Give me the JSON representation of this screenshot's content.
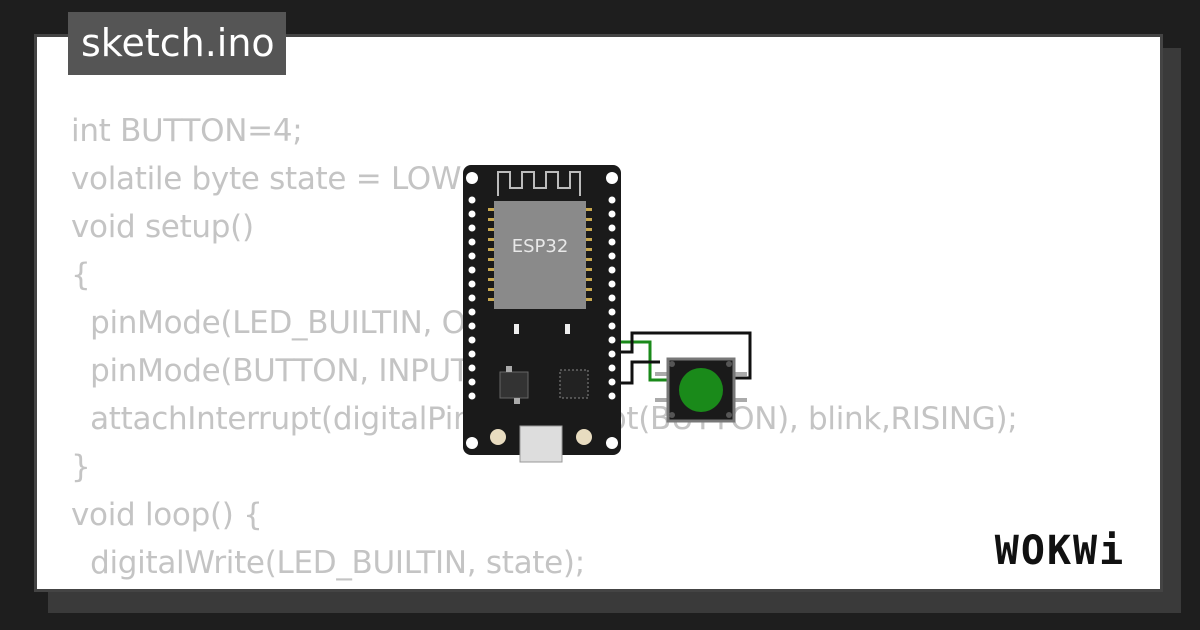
{
  "editor": {
    "file_tab": "sketch.ino",
    "code_lines": [
      "int BUTTON=4;",
      "volatile byte state = LOW;",
      "void setup()",
      "{",
      "  pinMode(LED_BUILTIN, OUTPUT);",
      "  pinMode(BUTTON, INPUT);",
      "  attachInterrupt(digitalPinToInterrupt(BUTTON), blink,RISING);",
      "}",
      "void loop() {",
      "  digitalWrite(LED_BUILTIN, state);",
      "}"
    ]
  },
  "circuit": {
    "board_label": "ESP32",
    "board_color": "#1a1a1a",
    "button_color": "#1a8a1a",
    "wire_color_signal": "#1a8a1a",
    "wire_color_ground": "#111111"
  },
  "brand": {
    "logo_text": "WOKWi",
    "icon": "wokwi-logo"
  },
  "colors": {
    "background": "#1e1e1e",
    "tab": "#555555",
    "code_text": "#c4c4c4"
  }
}
